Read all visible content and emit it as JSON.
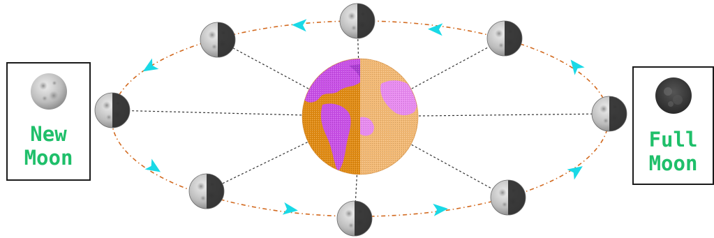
{
  "labels": {
    "new_moon": "New\nMoon",
    "full_moon": "Full\nMoon"
  },
  "colors": {
    "orbit": "#d2691e",
    "arrow": "#19d9e6",
    "label_text": "#1fbf6a",
    "box_border": "#1a1a1a",
    "earth_land_dark": "#c84fe6",
    "earth_land_light": "#e88af0",
    "earth_ocean_dark": "#e08a12",
    "earth_ocean_light": "#f2b873",
    "moon_light": "#c8c8c8",
    "moon_shadow": "#2e2e2e"
  },
  "icons": {
    "earth": "earth-icon",
    "moon": "moon-icon",
    "arrow": "arrow-icon"
  },
  "moon_phases": [
    "top",
    "upper-right",
    "right",
    "lower-right",
    "bottom",
    "lower-left",
    "left",
    "upper-left"
  ]
}
